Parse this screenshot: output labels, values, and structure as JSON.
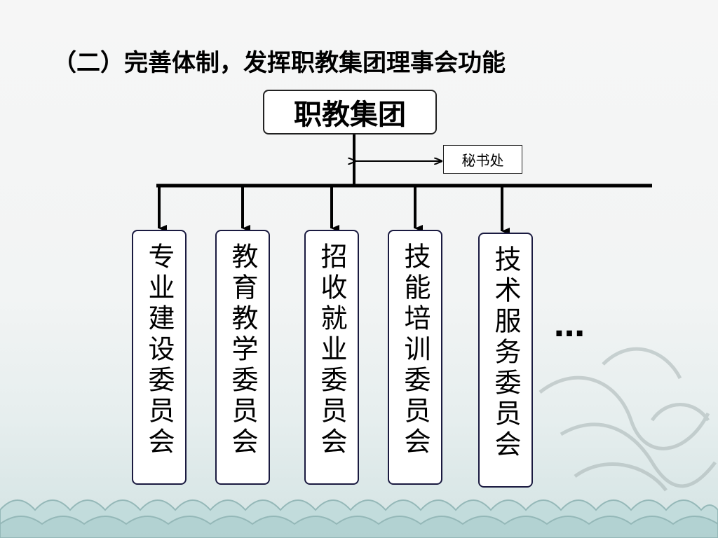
{
  "slide": {
    "title": "（二）完善体制，发挥职教集团理事会功能"
  },
  "org_chart": {
    "root": "职教集团",
    "secretariat": "秘书处",
    "committees": [
      "专业建设委员会",
      "教育教学委员会",
      "招收就业委员会",
      "技能培训委员会",
      "技术服务委员会"
    ],
    "continuation": "…"
  },
  "colors": {
    "line": "#000000",
    "box_border": "#1a1a40",
    "wave": "#9fc6c6",
    "dragon": "#a8b4b4"
  }
}
